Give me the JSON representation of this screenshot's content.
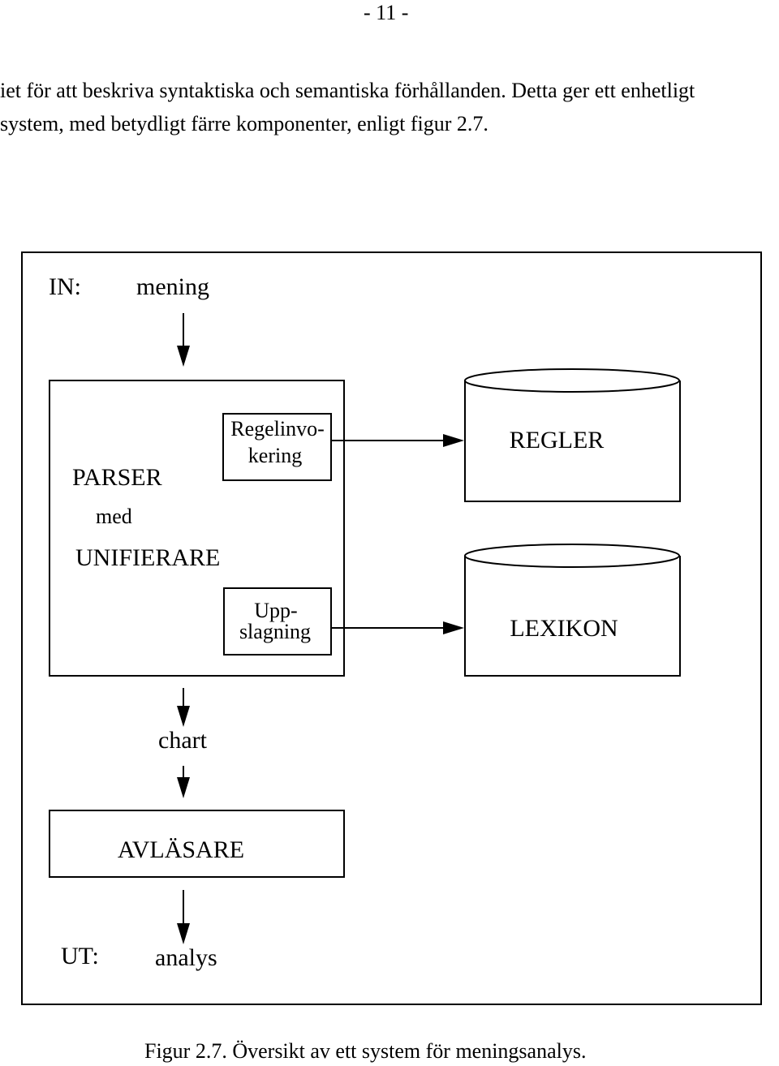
{
  "page": {
    "number": "- 11 -",
    "paragraph": [
      "iet för att beskriva syntaktiska och semantiska förhållanden. Detta ger ett enhetligt",
      "system, med betydligt färre komponenter, enligt figur 2.7."
    ],
    "caption": "Figur 2.7. Översikt av ett system för meningsanalys."
  },
  "diagram": {
    "input_label": "IN:",
    "input_value": "mening",
    "parser_title": "PARSER",
    "parser_med": "med",
    "parser_unifier": "UNIFIERARE",
    "rule_invocation_line1": "Regelinvo-",
    "rule_invocation_line2": "kering",
    "lookup_line1": "Upp-",
    "lookup_line2": "slagning",
    "rules_store": "REGLER",
    "lexicon_store": "LEXIKON",
    "chart_label": "chart",
    "reader": "AVLÄSARE",
    "output_label": "UT:",
    "output_value": "analys"
  }
}
